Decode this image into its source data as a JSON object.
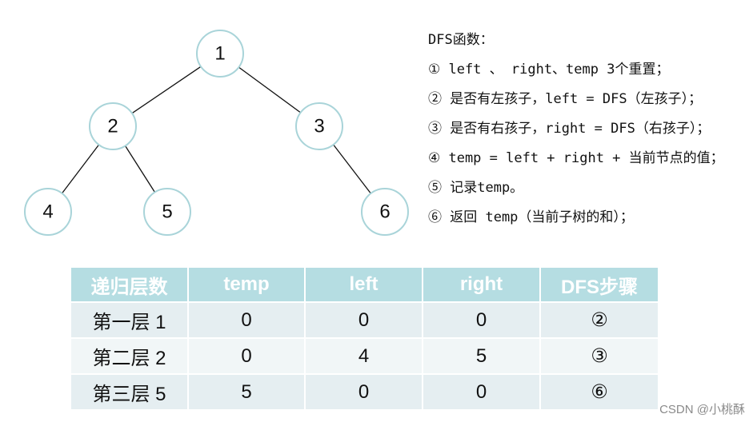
{
  "tree": {
    "nodes": [
      {
        "id": "n1",
        "label": "1"
      },
      {
        "id": "n2",
        "label": "2"
      },
      {
        "id": "n3",
        "label": "3"
      },
      {
        "id": "n4",
        "label": "4"
      },
      {
        "id": "n5",
        "label": "5"
      },
      {
        "id": "n6",
        "label": "6"
      }
    ],
    "edges": [
      [
        "n1",
        "n2"
      ],
      [
        "n1",
        "n3"
      ],
      [
        "n2",
        "n4"
      ],
      [
        "n2",
        "n5"
      ],
      [
        "n3",
        "n6"
      ]
    ],
    "colors": {
      "node_stroke": "#a9d4d9",
      "edge": "#111111"
    }
  },
  "notes": {
    "lines": [
      "DFS函数：",
      "① left 、 right、temp 3个重置；",
      "② 是否有左孩子，left = DFS（左孩子）；",
      "③ 是否有右孩子，right = DFS（右孩子）；",
      "④ temp = left + right + 当前节点的值；",
      "⑤ 记录temp。",
      "⑥ 返回 temp（当前子树的和）；"
    ]
  },
  "table": {
    "headers": [
      "递归层数",
      "temp",
      "left",
      "right",
      "DFS步骤"
    ],
    "rows": [
      [
        "第一层 1",
        "0",
        "0",
        "0",
        "②"
      ],
      [
        "第二层 2",
        "0",
        "4",
        "5",
        "③"
      ],
      [
        "第三层 5",
        "5",
        "0",
        "0",
        "⑥"
      ]
    ],
    "colors": {
      "header_bg": "#b5dde2",
      "row_odd": "#e5eef1",
      "row_even": "#f1f6f7"
    }
  },
  "watermark": "CSDN @小桃酥"
}
